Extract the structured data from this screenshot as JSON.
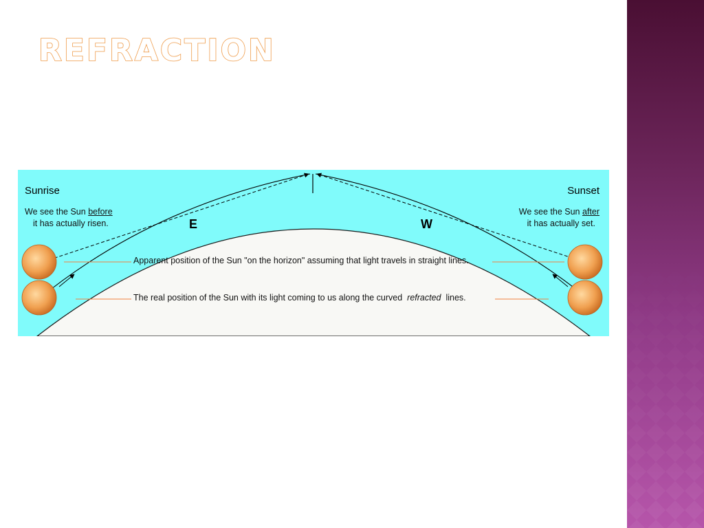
{
  "slide": {
    "title": "REFRACTION"
  },
  "diagram": {
    "sunrise": {
      "heading": "Sunrise",
      "line1_prefix": "We see the Sun",
      "line1_emph": "before",
      "line2": "it has actually risen."
    },
    "sunset": {
      "heading": "Sunset",
      "line1_prefix": "We see the Sun",
      "line1_emph": "after",
      "line2": "it has actually set."
    },
    "compass": {
      "east": "E",
      "west": "W"
    },
    "captions": {
      "apparent": "Apparent position of the Sun \"on the horizon\" assuming that light travels in straight lines.",
      "real_prefix": "The real position of the Sun with its light coming to us along the curved",
      "real_emph": "refracted",
      "real_suffix": "lines."
    },
    "colors": {
      "sky": "#80fbfb",
      "earth": "#f8f8f5",
      "leader_line": "#f08040",
      "sun": "#f0a050"
    }
  },
  "sidebar": {
    "colors": {
      "top": "#4a0f33",
      "bottom": "#b655aa"
    }
  }
}
